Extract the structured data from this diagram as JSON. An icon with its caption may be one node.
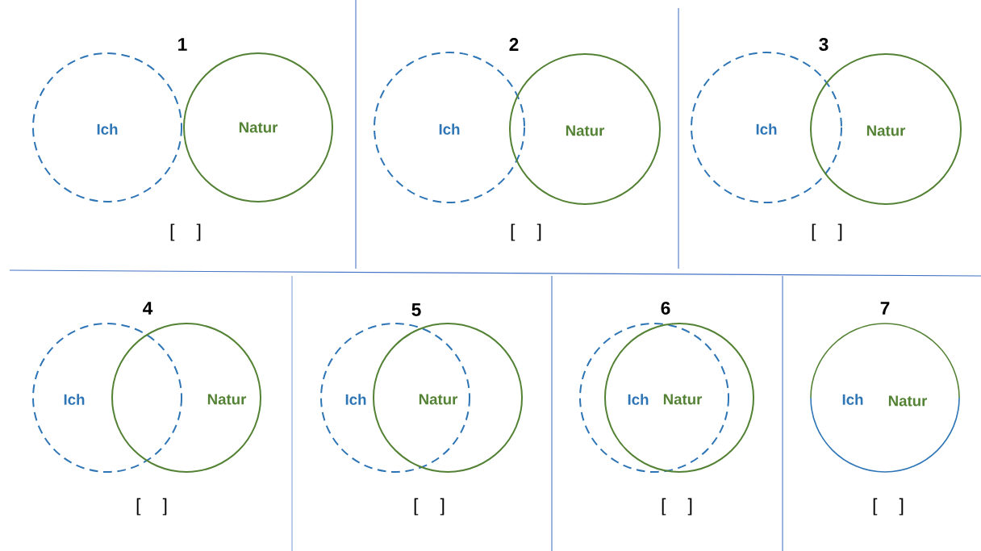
{
  "diagram": {
    "nodes": [
      {
        "text": [
          "Ich"
        ]
      },
      {
        "text": [
          "Natur"
        ]
      },
      {
        "text": [
          "Ich"
        ]
      },
      {
        "text": [
          "Natur"
        ]
      },
      {
        "text": [
          "Ich"
        ]
      },
      {
        "text": [
          "Natur"
        ]
      },
      {
        "text": [
          "Ich"
        ]
      },
      {
        "text": [
          "Natur"
        ]
      },
      {
        "text": [
          "Ich"
        ]
      },
      {
        "text": [
          "Natur"
        ]
      },
      {
        "text": [
          "Ich"
        ]
      },
      {
        "text": [
          "Natur"
        ]
      },
      {
        "text": [
          "Ich",
          "Natur"
        ]
      }
    ],
    "labels": [
      "1",
      "[ ]",
      "2",
      "[ ]",
      "3",
      "[ ]",
      "4",
      "[ ]",
      "5",
      "[ ]",
      "6",
      "[ ]",
      "7",
      "[ ]"
    ]
  }
}
